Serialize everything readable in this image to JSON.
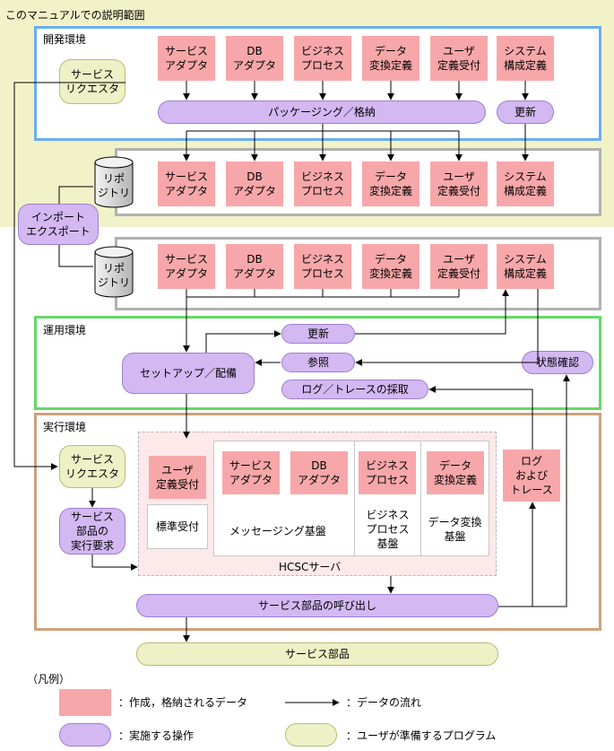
{
  "scope_label": "このマニュアルでの説明範囲",
  "dev_env_label": "開発環境",
  "ops_env_label": "運用環境",
  "exec_env_label": "実行環境",
  "artifacts": [
    {
      "line1": "サービス",
      "line2": "アダプタ"
    },
    {
      "line1": "DB",
      "line2": "アダプタ"
    },
    {
      "line1": "ビジネス",
      "line2": "プロセス"
    },
    {
      "line1": "データ",
      "line2": "変換定義"
    },
    {
      "line1": "ユーザ",
      "line2": "定義受付"
    },
    {
      "line1": "システム",
      "line2": "構成定義"
    }
  ],
  "service_requester": {
    "line1": "サービス",
    "line2": "リクエスタ"
  },
  "packaging": "パッケージング／格納",
  "update": "更新",
  "repository": {
    "line1": "リポ",
    "line2": "ジトリ"
  },
  "import_export": {
    "line1": "インポート",
    "line2": "エクスポート"
  },
  "ops": {
    "update": "更新",
    "reference": "参照",
    "setup": "セットアップ／配備",
    "status": "状態確認",
    "log_collect": "ログ／トレースの採取"
  },
  "exec": {
    "user_reception": {
      "line1": "ユーザ",
      "line2": "定義受付"
    },
    "standard_reception": "標準受付",
    "service_adapter": {
      "line1": "サービス",
      "line2": "アダプタ"
    },
    "db_adapter": {
      "line1": "DB",
      "line2": "アダプタ"
    },
    "messaging_base": "メッセージング基盤",
    "business_process": {
      "line1": "ビジネス",
      "line2": "プロセス"
    },
    "bp_base": {
      "line1": "ビジネス",
      "line2": "プロセス",
      "line3": "基盤"
    },
    "data_transform": {
      "line1": "データ",
      "line2": "変換定義"
    },
    "dt_base": {
      "line1": "データ変換",
      "line2": "基盤"
    },
    "log_trace": {
      "line1": "ログ",
      "line2": "および",
      "line3": "トレース"
    },
    "hcsc_server": "HCSCサーバ",
    "exec_request": {
      "line1": "サービス",
      "line2": "部品の",
      "line3": "実行要求"
    },
    "invoke": "サービス部品の呼び出し"
  },
  "service_parts": "サービス部品",
  "legend": {
    "title": "（凡例）",
    "data_created": "：作成，格納されるデータ",
    "data_flow": "：データの流れ",
    "operation": "：実施する操作",
    "user_program": "：ユーザが準備するプログラム"
  },
  "colors": {
    "data": "#f7a7a9",
    "operation": "#d3b8f2",
    "program": "#eef0c6",
    "dev_border": "#6aaef0",
    "repo_border": "#b1b1b1",
    "ops_border": "#66d866",
    "exec_border": "#cfa07c",
    "scope_bg": "#f2f2c9"
  }
}
